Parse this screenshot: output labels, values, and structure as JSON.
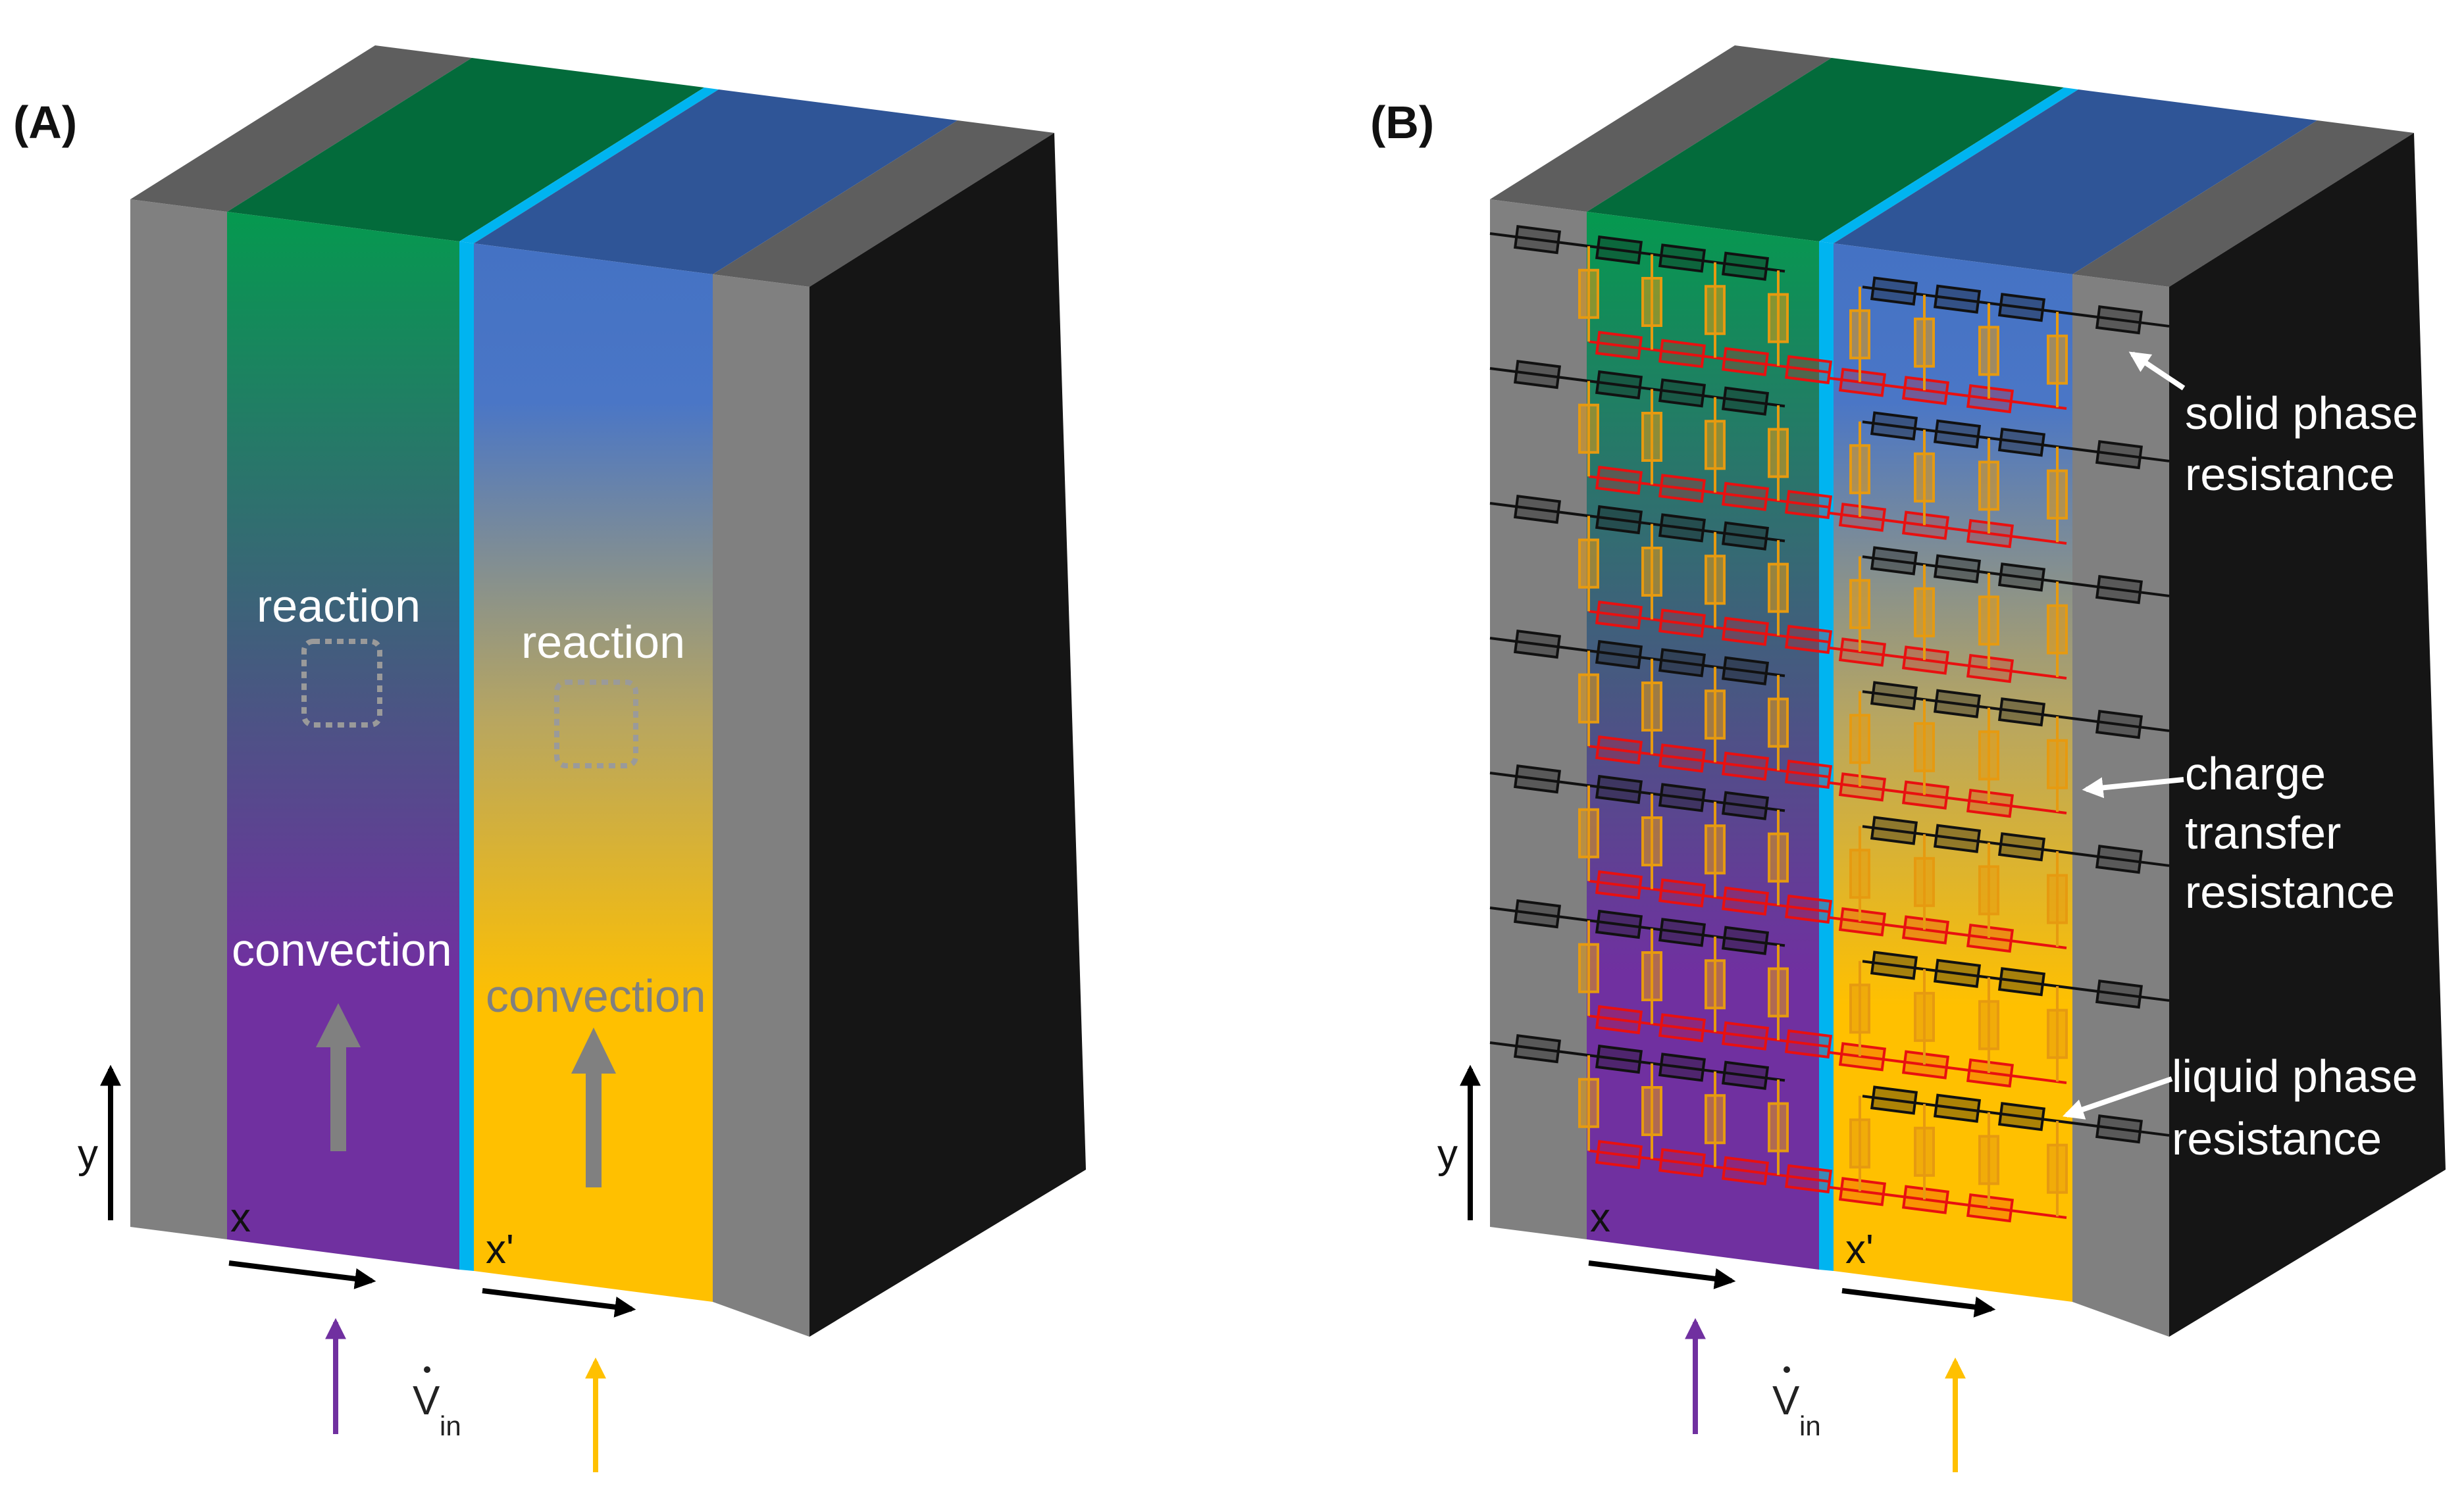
{
  "panels": {
    "a": {
      "label": "(A)",
      "reaction_left": "reaction",
      "reaction_right": "reaction",
      "convection_left": "convection",
      "convection_right": "convection",
      "axis_y": "y",
      "axis_x": "x",
      "axis_x_prime": "x'",
      "flow_label": "V",
      "flow_sub": "in"
    },
    "b": {
      "label": "(B)",
      "axis_y": "y",
      "axis_x": "x",
      "axis_x_prime": "x'",
      "flow_label": "V",
      "flow_sub": "in",
      "annotations": {
        "solid_phase_line1": "solid phase",
        "solid_phase_line2": "resistance",
        "charge_transfer_line1": "charge",
        "charge_transfer_line2": "transfer",
        "charge_transfer_line3": "resistance",
        "liquid_phase_line1": "liquid phase",
        "liquid_phase_line2": "resistance"
      }
    }
  },
  "colors": {
    "electrode_gray_front": "#808080",
    "electrode_gray_top": "#5e5e5e",
    "side_face": "#151515",
    "membrane": "#00b4f0",
    "green_top": "#036b3b",
    "blue_top": "#2f5597",
    "left_gradient_top": "#05994f",
    "left_gradient_bottom": "#7030a0",
    "right_gradient_top": "#4472c4",
    "right_gradient_bottom": "#ffc000",
    "solid_resistor": "#111111",
    "charge_transfer_resistor": "#e69a10",
    "liquid_resistor": "#e81010",
    "arrow_purple": "#7030a0",
    "arrow_yellow": "#ffc000"
  }
}
